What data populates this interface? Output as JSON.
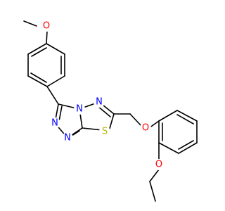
{
  "molecule": {
    "atom_labels": {
      "methoxy_oxygen": "O",
      "triazole_n_top": "N",
      "triazole_n_left": "N",
      "triazole_n_bottom": "N",
      "thiadiazole_n_top": "N",
      "sulfur": "S",
      "ether_oxygen": "O",
      "ethoxy_oxygen": "O"
    },
    "colors": {
      "oxygen": "#ff0000",
      "nitrogen": "#0000ff",
      "sulfur": "#b8b800",
      "bond": "#000000"
    }
  }
}
